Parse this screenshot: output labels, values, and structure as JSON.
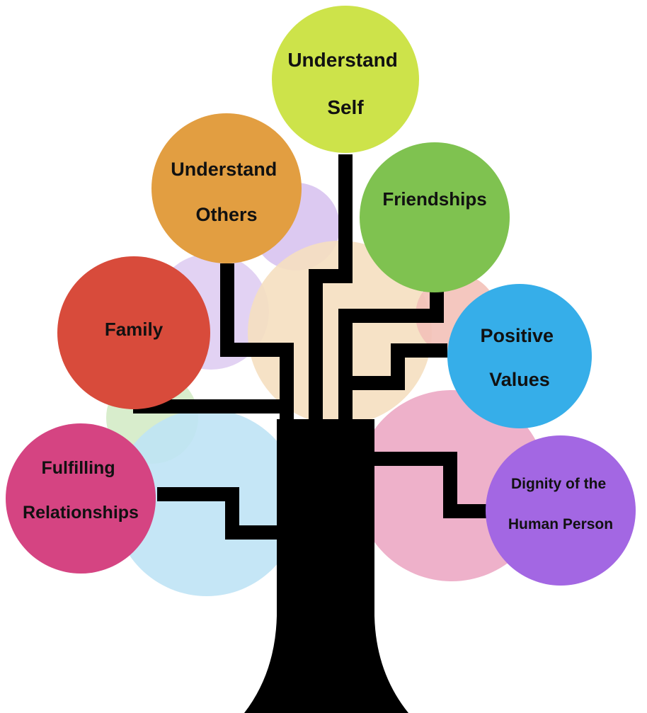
{
  "diagram": {
    "nodes": [
      {
        "id": "understand-self",
        "lines": [
          "Understand",
          "Self"
        ],
        "color": "#cde34a"
      },
      {
        "id": "understand-others",
        "lines": [
          "Understand",
          "Others"
        ],
        "color": "#e29e41"
      },
      {
        "id": "friendships",
        "lines": [
          "Friendships"
        ],
        "color": "#7fc250"
      },
      {
        "id": "family",
        "lines": [
          "Family"
        ],
        "color": "#d84b3b"
      },
      {
        "id": "positive-values",
        "lines": [
          "Positive",
          "Values"
        ],
        "color": "#36aee9"
      },
      {
        "id": "fulfilling-relationships",
        "lines": [
          "Fulfilling",
          "Relationships"
        ],
        "color": "#d54482"
      },
      {
        "id": "dignity-of-the-human-person",
        "lines": [
          "Dignity of the",
          "Human Person"
        ],
        "color": "#a367e3"
      }
    ],
    "trunk_color": "#000000",
    "background_circle_colors": [
      "#d8c3ef",
      "#f5dfc0",
      "#bfe3f5",
      "#eca8c4",
      "#d4ebc7",
      "#f3c1b8"
    ]
  }
}
